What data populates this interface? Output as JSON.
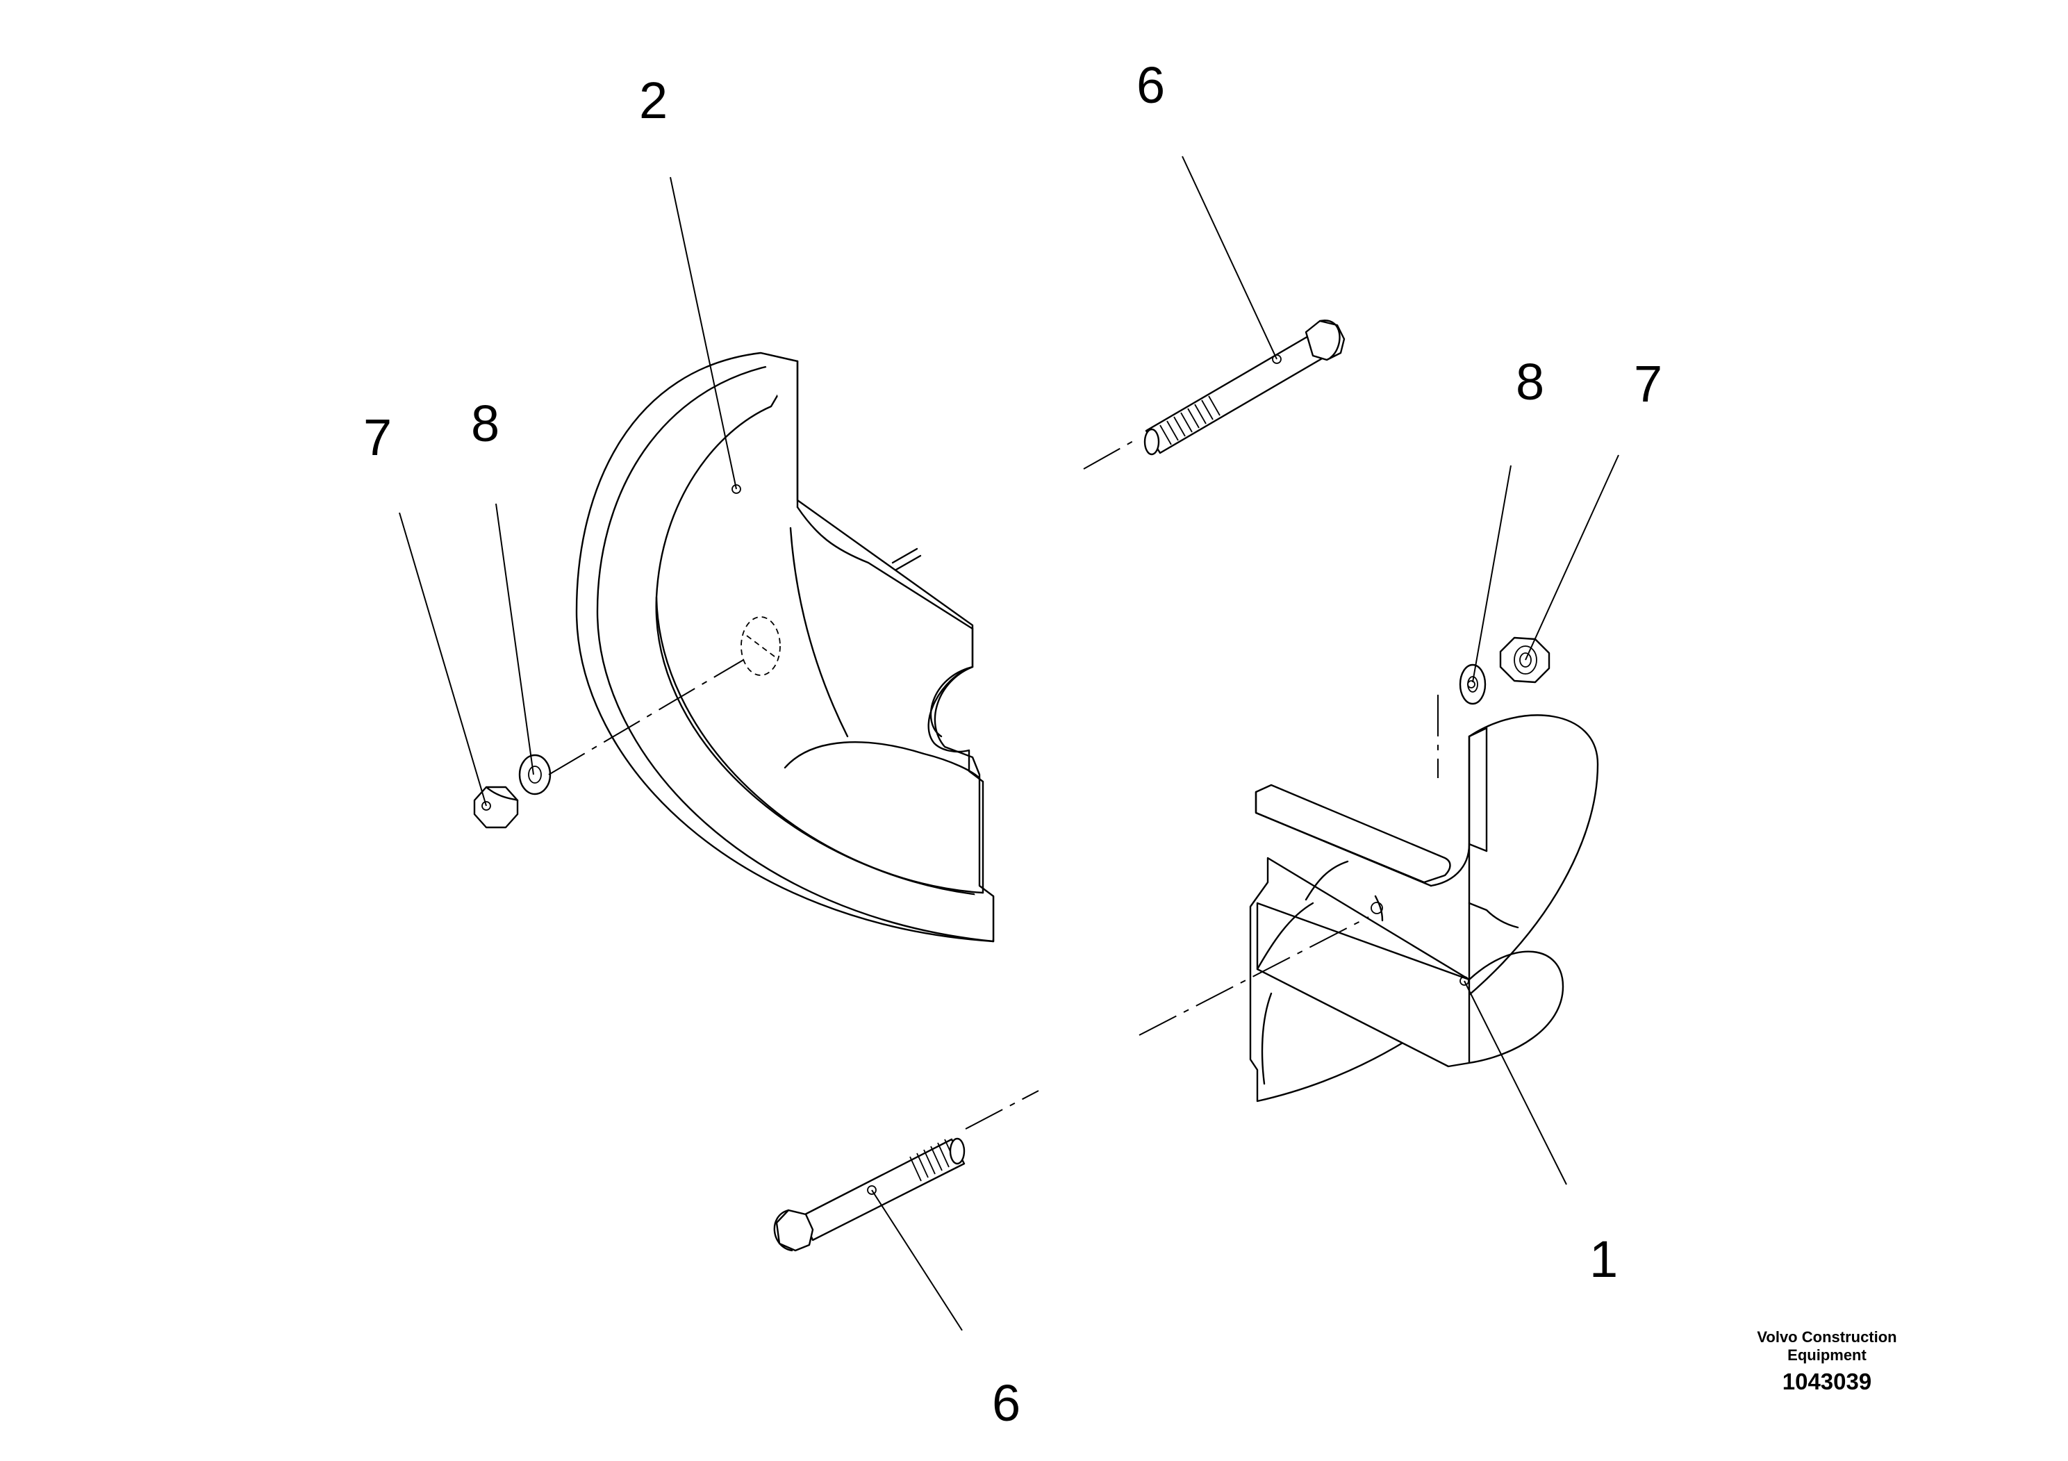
{
  "callouts": {
    "part_1": "1",
    "part_2": "2",
    "part_6_top": "6",
    "part_6_bottom": "6",
    "part_7_left": "7",
    "part_7_right": "7",
    "part_8_left": "8",
    "part_8_right": "8"
  },
  "caption": {
    "brand_line_1": "Volvo Construction",
    "brand_line_2": "Equipment",
    "drawing_number": "1043039"
  }
}
